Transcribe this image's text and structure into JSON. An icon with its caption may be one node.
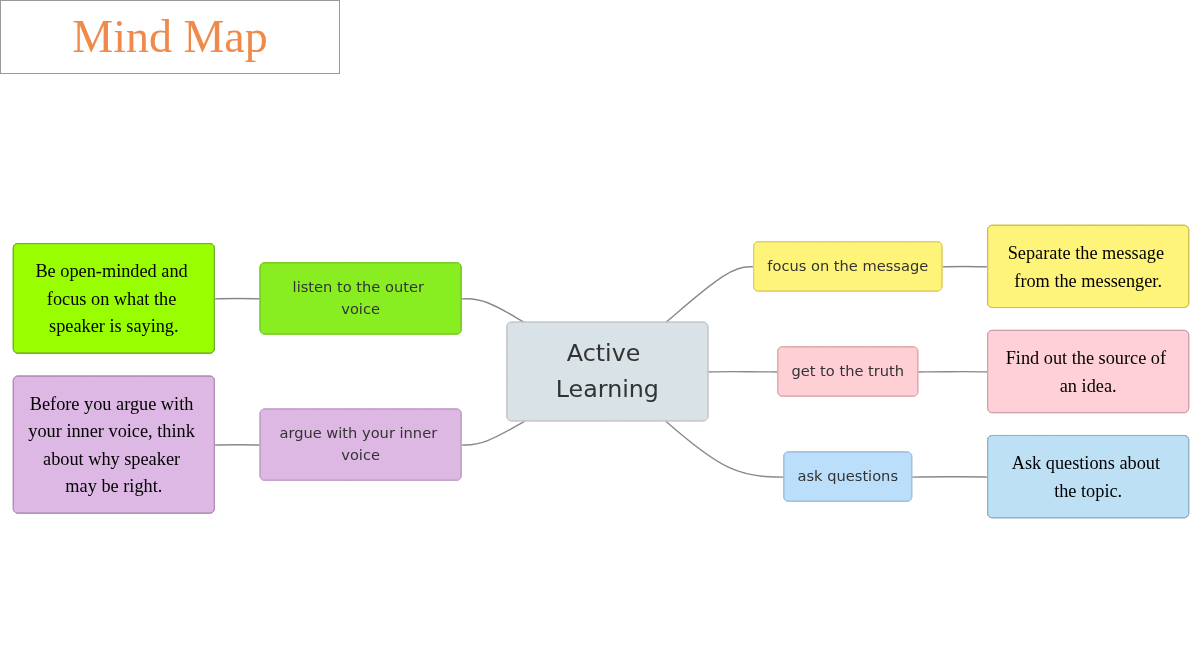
{
  "diagram": {
    "title": "Mind Map",
    "nodes": [
      {
        "text": [
          "Active Learning"
        ]
      },
      {
        "text": [
          "listen to the outer voice"
        ]
      },
      {
        "text": [
          "Be open-minded and focus on what the speaker is saying."
        ]
      },
      {
        "text": [
          "focus on the message"
        ]
      },
      {
        "text": [
          "Separate the message from the messenger."
        ]
      },
      {
        "text": [
          "get to the truth"
        ]
      },
      {
        "text": [
          "Find out the source of an idea."
        ]
      },
      {
        "text": [
          "argue with your inner voice"
        ]
      },
      {
        "text": [
          "Before you argue with your inner voice, think about why speaker may be right."
        ]
      },
      {
        "text": [
          "ask questions"
        ]
      },
      {
        "text": [
          "Ask questions about the topic."
        ]
      }
    ],
    "edges": [
      {
        "from": 0,
        "to": 1,
        "arrow": "none"
      },
      {
        "from": 1,
        "to": 2,
        "arrow": "none"
      },
      {
        "from": 0,
        "to": 3,
        "arrow": "none"
      },
      {
        "from": 3,
        "to": 4,
        "arrow": "none"
      },
      {
        "from": 0,
        "to": 5,
        "arrow": "none"
      },
      {
        "from": 5,
        "to": 6,
        "arrow": "none"
      },
      {
        "from": 0,
        "to": 7,
        "arrow": "none"
      },
      {
        "from": 7,
        "to": 8,
        "arrow": "none"
      },
      {
        "from": 0,
        "to": 9,
        "arrow": "none"
      },
      {
        "from": 9,
        "to": 10,
        "arrow": "none"
      }
    ]
  }
}
